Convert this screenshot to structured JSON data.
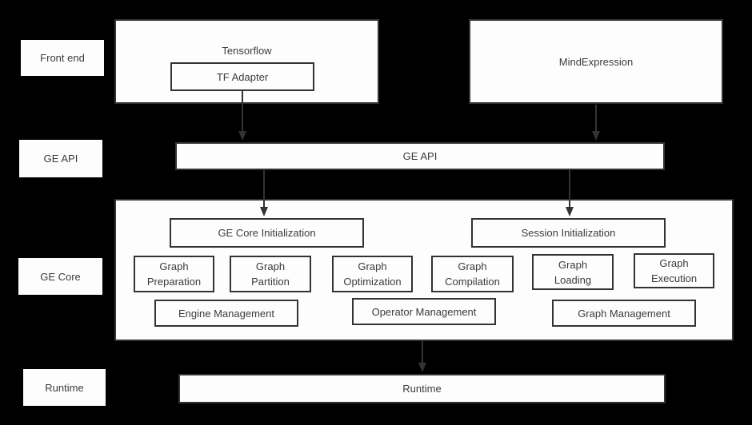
{
  "colors": {
    "background": "#000000",
    "box_fill": "#fdfdfd",
    "box_border": "#333333",
    "text": "#3b3b3b",
    "arrow": "#333333"
  },
  "side_labels": [
    "Front end",
    "GE API",
    "GE Core",
    "Runtime"
  ],
  "front_end": {
    "tensorflow_label": "Tensorflow",
    "tf_adapter_label": "TF Adapter",
    "mind_expression_label": "MindExpression"
  },
  "ge_api_bar_label": "GE API",
  "ge_core": {
    "ge_core_init_label": "GE Core Initialization",
    "session_init_label": "Session Initialization",
    "stages": [
      "Graph\nPreparation",
      "Graph\nPartition",
      "Graph\nOptimization",
      "Graph\nCompilation",
      "Graph\nLoading",
      "Graph\nExecution"
    ],
    "management": [
      "Engine Management",
      "Operator Management",
      "Graph Management"
    ]
  },
  "runtime_bar_label": "Runtime",
  "connections": [
    {
      "from": "TF Adapter",
      "to": "GE API"
    },
    {
      "from": "MindExpression",
      "to": "GE API"
    },
    {
      "from": "GE API",
      "to": "GE Core Initialization"
    },
    {
      "from": "GE API",
      "to": "Session Initialization"
    },
    {
      "from": "GE Core",
      "to": "Runtime"
    }
  ]
}
